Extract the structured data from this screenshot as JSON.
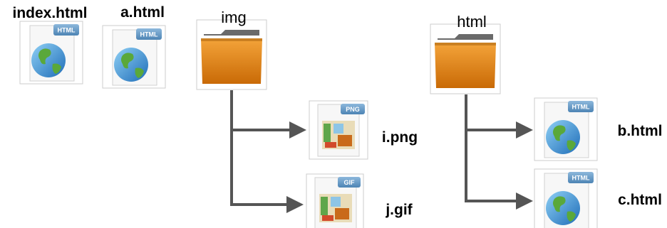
{
  "files": {
    "index_html": "index.html",
    "a_html": "a.html",
    "i_png": "i.png",
    "j_gif": "j.gif",
    "b_html": "b.html",
    "c_html": "c.html"
  },
  "folders": {
    "img": "img",
    "html": "html"
  },
  "badges": {
    "html": "HTML",
    "png": "PNG",
    "gif": "GIF"
  },
  "icons": {
    "html_file": "globe-document-icon",
    "image_file": "picture-document-icon",
    "folder": "folder-icon"
  },
  "colors": {
    "folder": "#e88a12",
    "arrow": "#555555",
    "badge": "#6b9bc3"
  }
}
